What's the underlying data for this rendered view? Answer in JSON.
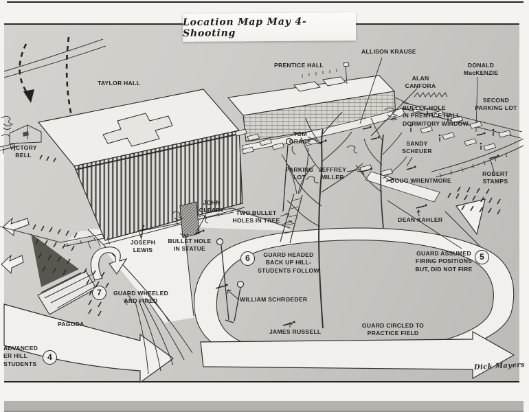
{
  "title": "Location Map  May 4- Shooting",
  "signature": "Dick Mayers",
  "buildings": {
    "taylor": "TAYLOR HALL",
    "prentice": "PRENTICE HALL"
  },
  "places": {
    "victory_bell": "VICTORY\nBELL",
    "pagoda": "PAGODA",
    "parking_lot": "PARKING\nLOT",
    "second_parking_lot": "SECOND\nPARKING LOT",
    "practice_field_note": "GUARD CIRCLED TO\nPRACTICE FIELD"
  },
  "people": {
    "allison_krause": "ALLISON KRAUSE",
    "donald_mackenzie": "DONALD\nMacKENZIE",
    "alan_canfora": "ALAN\nCANFORA",
    "tom_grace": "TOM\nGRACE",
    "sandy_scheuer": "SANDY\nSCHEUER",
    "jeffrey_miller": "JEFFREY\nMILLER",
    "doug_wrentmore": "DOUG WRENTMORE",
    "robert_stamps": "ROBERT\nSTAMPS",
    "dean_kahler": "DEAN KAHLER",
    "john_cleary": "JOHN\nCLEARY",
    "joseph_lewis": "JOSEPH\nLEWIS",
    "william_schroeder": "WILLIAM SCHROEDER",
    "james_russell": "JAMES RUSSELL"
  },
  "bullet_holes": {
    "prentice_window": "BULLET HOLE\nIN PRENTICE HALL\nDORMITORY WINDOW",
    "tree": "TWO BULLET\nHOLES IN TREE",
    "statue": "BULLET HOLE\nIN STATUE"
  },
  "events": {
    "e4": {
      "number": "4",
      "text": "ADVANCED\nER HILL\nSTUDENTS"
    },
    "e5": {
      "number": "5",
      "text": "GUARD ASSUMED\nFIRING POSITIONS\nBUT, DID NOT FIRE"
    },
    "e6": {
      "number": "6",
      "text": "GUARD HEADED\nBACK UP HILL-\nSTUDENTS FOLLOW"
    },
    "e7": {
      "number": "7",
      "text": "GUARD WHEELED\nAND FIRED"
    }
  },
  "colors": {
    "paper": "#cbcac5",
    "ink": "#2e2d2b",
    "road_white": "#f1f0ec"
  }
}
